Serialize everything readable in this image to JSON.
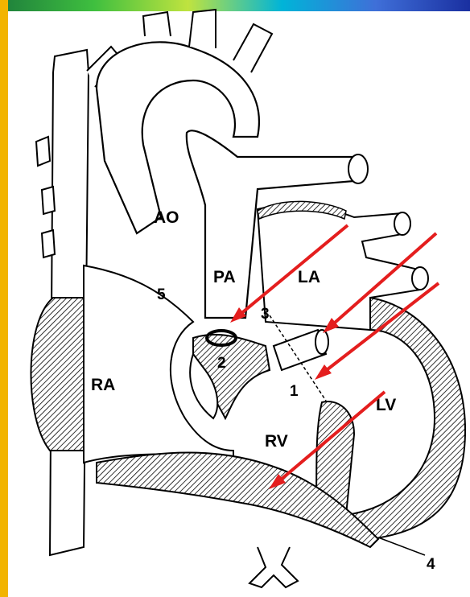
{
  "labels": {
    "ao": "AO",
    "pa": "PA",
    "la": "LA",
    "ra": "RA",
    "rv": "RV",
    "lv": "LV",
    "n1": "1",
    "n2": "2",
    "n3": "3",
    "n4": "4",
    "n5": "5"
  },
  "colors": {
    "arrow": "#e41e1e",
    "outline": "#000000",
    "hatch": "#000000",
    "frame_gradient": [
      "#1e7f3c",
      "#3fbf3f",
      "#bfe33f",
      "#00b4d8",
      "#3f6fd8",
      "#1a2fa0"
    ],
    "frame_left": "#f2b400"
  }
}
